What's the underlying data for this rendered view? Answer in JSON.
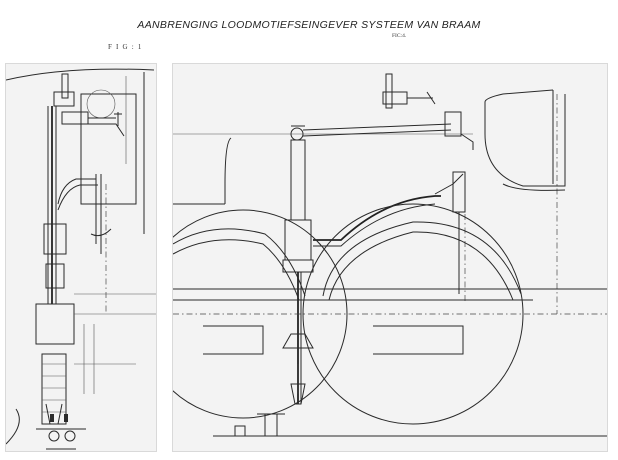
{
  "title": "AANBRENGING LOODMOTIEFSEINGEVER SYSTEEM VAN BRAAM",
  "figures": {
    "left_label": "F I G : 1",
    "right_label": "FIC:4."
  }
}
